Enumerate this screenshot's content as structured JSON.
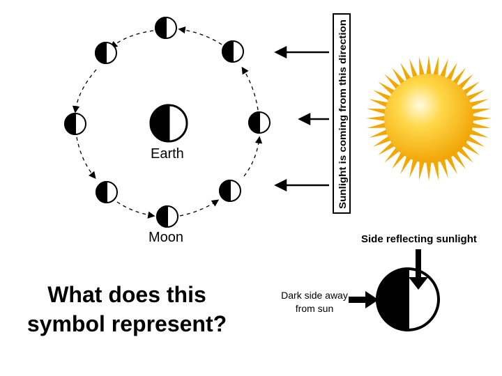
{
  "labels": {
    "earth": "Earth",
    "moon": "Moon",
    "sunlight_direction": "Sunlight is coming from this direction",
    "reflecting_side": "Side reflecting sunlight",
    "dark_side": "Dark side away from sun",
    "question": "What does this symbol represent?"
  },
  "colors": {
    "sun_outer": "#f2a800",
    "sun_inner": "#ffe36a",
    "ink": "#000000"
  },
  "icons": {
    "earth": "half-shaded-circle-icon",
    "moon": "half-shaded-circle-icon",
    "sun": "sun-icon"
  }
}
